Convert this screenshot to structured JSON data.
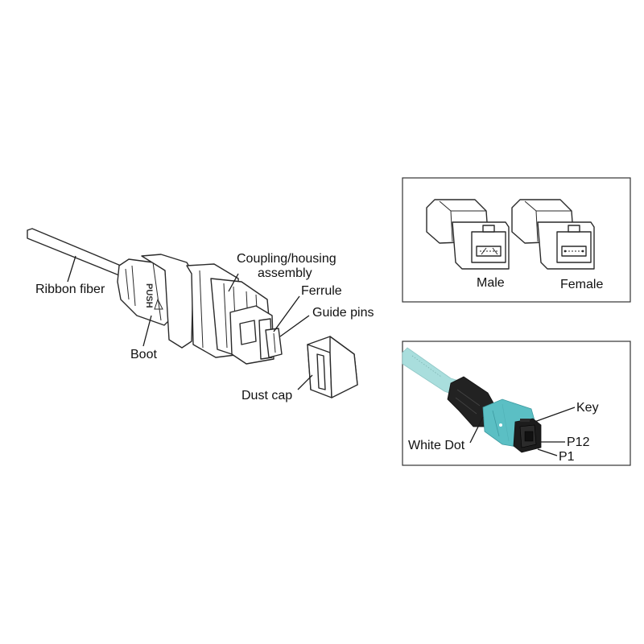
{
  "labels": {
    "ribbon_fiber": "Ribbon fiber",
    "boot": "Boot",
    "coupling_line1": "Coupling/housing",
    "coupling_line2": "assembly",
    "ferrule": "Ferrule",
    "guide_pins": "Guide pins",
    "dust_cap": "Dust cap",
    "push_text": "PUSH"
  },
  "gender_panel": {
    "male": "Male",
    "female": "Female"
  },
  "photo_panel": {
    "key": "Key",
    "white_dot": "White Dot",
    "p12": "P12",
    "p1": "P1"
  },
  "colors": {
    "aqua_housing": "#5bbfc4",
    "aqua_cable": "#a9dedd",
    "black_boot": "#222222",
    "line": "#1a1a1a"
  }
}
